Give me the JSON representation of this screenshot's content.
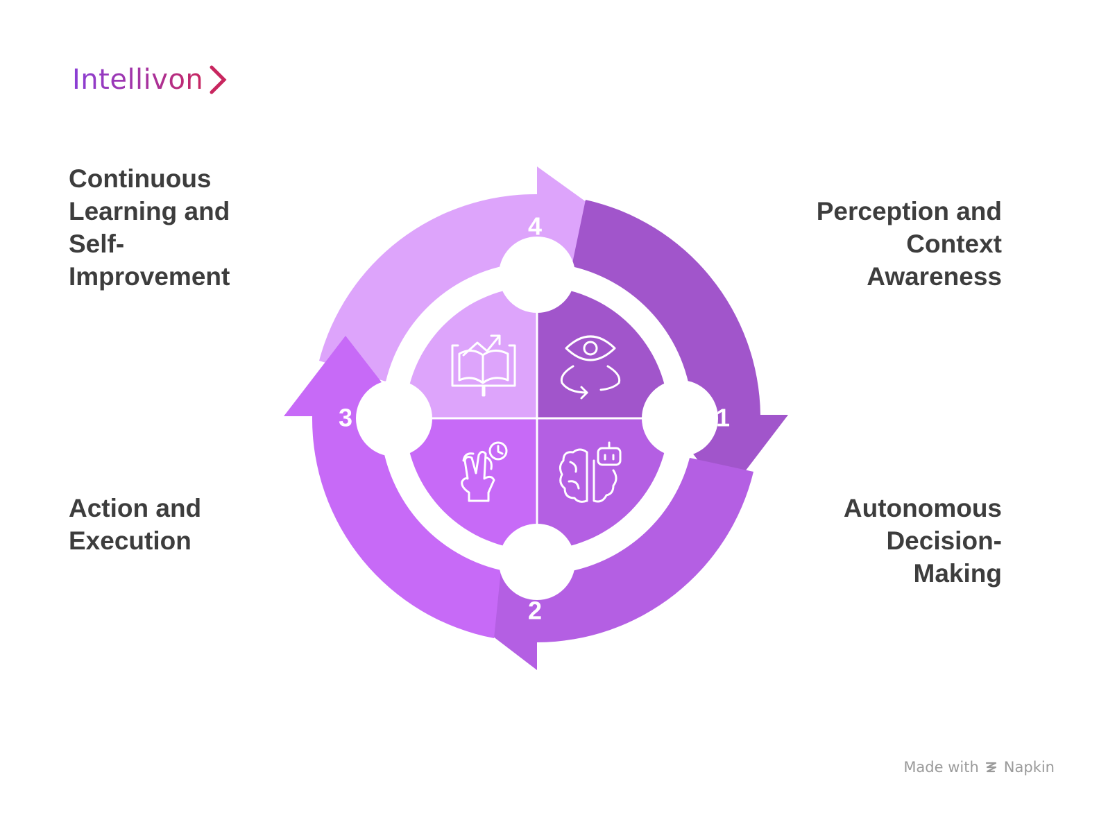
{
  "brand": {
    "name": "Intellivon",
    "chevron_icon": "chevron-right-icon"
  },
  "colors": {
    "step1": "#a155cb",
    "step2": "#b45fe3",
    "step3": "#c76af7",
    "step4": "#dda4fb",
    "text": "#3d3d3d"
  },
  "steps": [
    {
      "number": "1",
      "lines": [
        "Perception and",
        "Context",
        "Awareness"
      ],
      "icon": "eye-rotate-icon"
    },
    {
      "number": "2",
      "lines": [
        "Autonomous",
        "Decision-",
        "Making"
      ],
      "icon": "brain-robot-icon"
    },
    {
      "number": "3",
      "lines": [
        "Action and",
        "Execution"
      ],
      "icon": "hand-tap-clock-icon"
    },
    {
      "number": "4",
      "lines": [
        "Continuous",
        "Learning and",
        "Self-",
        "Improvement"
      ],
      "icon": "book-growth-icon"
    }
  ],
  "footer": {
    "made_with": "Made with",
    "brand": "Napkin",
    "icon": "napkin-icon"
  }
}
